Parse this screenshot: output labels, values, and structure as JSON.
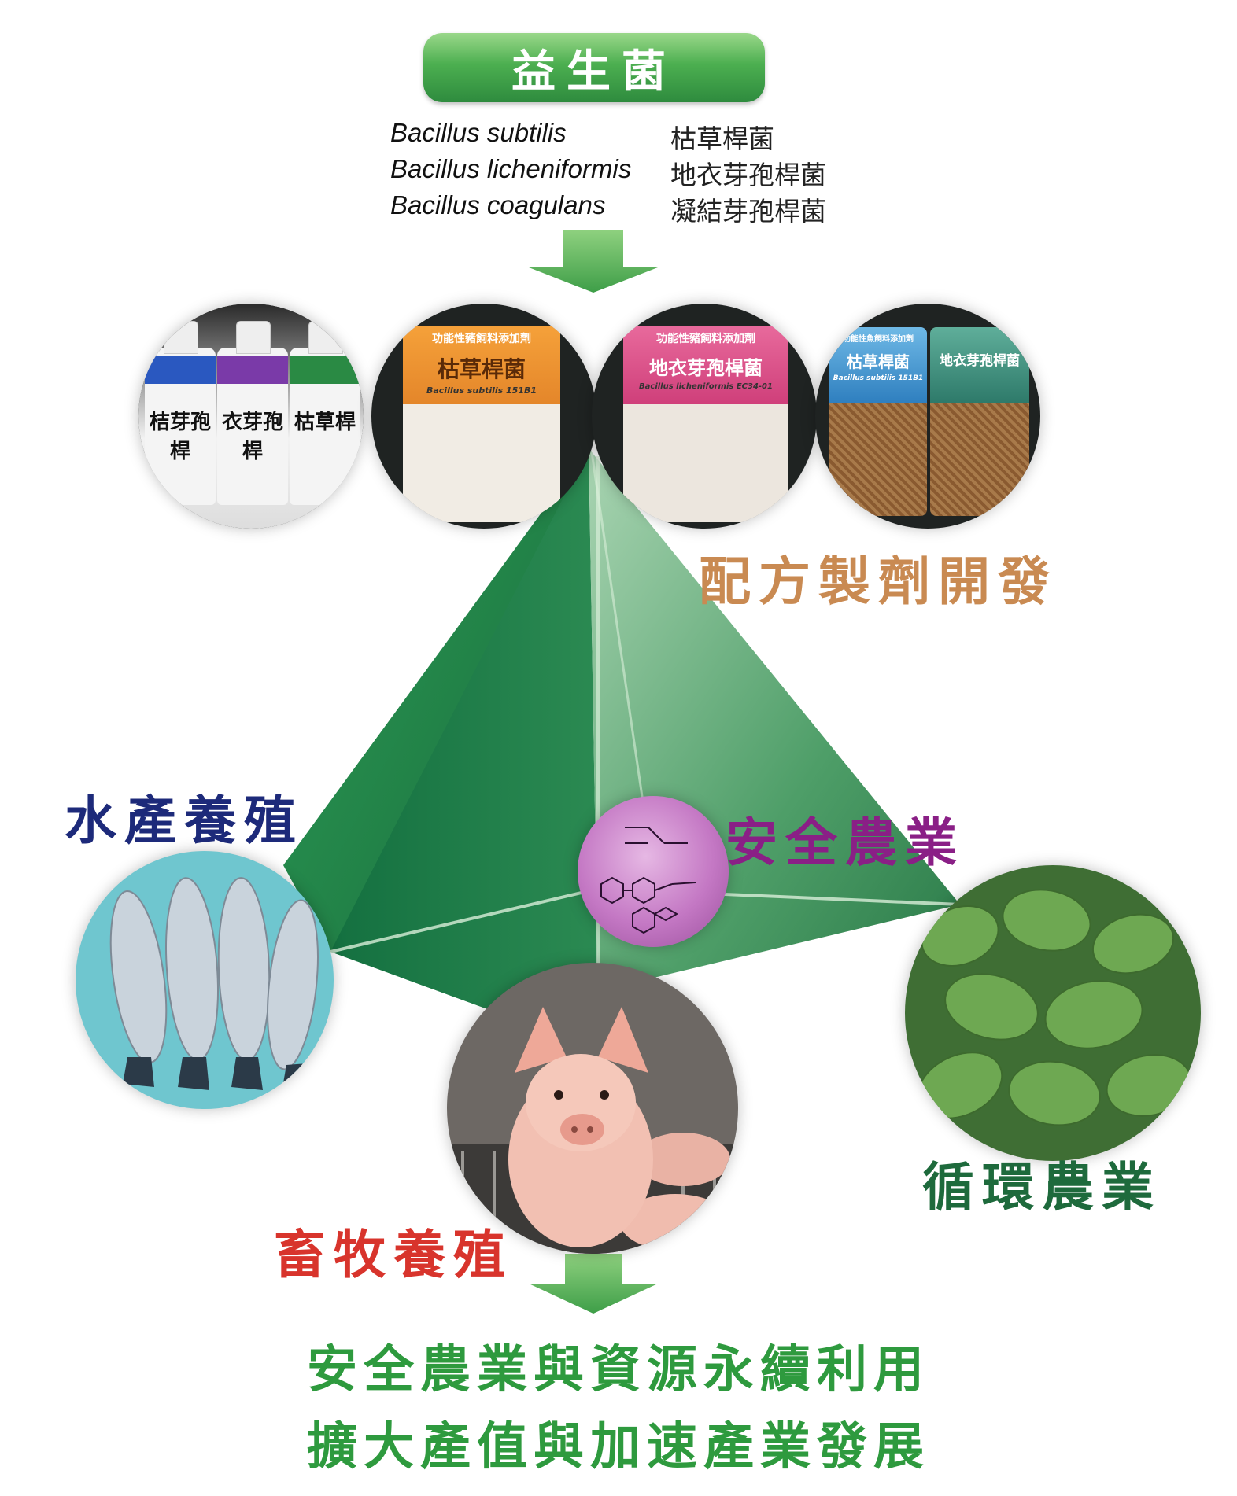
{
  "header": {
    "title": "益生菌"
  },
  "strains": [
    {
      "latin": "Bacillus subtilis",
      "chinese": "枯草桿菌"
    },
    {
      "latin": "Bacillus licheniformis",
      "chinese": "地衣芽孢桿菌"
    },
    {
      "latin": "Bacillus coagulans",
      "chinese": "凝結芽孢桿菌"
    }
  ],
  "products": {
    "bottles": [
      "桔芽孢桿",
      "衣芽孢桿",
      "枯草桿"
    ],
    "bag_orange": {
      "heading": "功能性豬飼料添加劑",
      "name": "枯草桿菌",
      "latin": "Bacillus subtilis 151B1"
    },
    "bag_pink": {
      "heading": "功能性豬飼料添加劑",
      "name": "地衣芽孢桿菌",
      "latin": "Bacillus licheniformis EC34-01"
    },
    "bag_blue": {
      "heading": "功能性魚飼料添加劑",
      "name_left": "枯草桿菌",
      "name_right": "地衣芽孢桿菌",
      "latin": "Bacillus subtilis 151B1"
    }
  },
  "labels": {
    "formulation": "配方製劑開發",
    "aquaculture": "水產養殖",
    "safe_agriculture": "安全農業",
    "livestock": "畜牧養殖",
    "circular_agriculture": "循環農業"
  },
  "results": {
    "line1": "安全農業與資源永續利用",
    "line2": "擴大產值與加速產業發展"
  },
  "colors": {
    "pyramid_dark": "#1f7a45",
    "pyramid_light": "#7fbf8e",
    "arrow": "#4caf50",
    "aquaculture": "#1d2a7a",
    "safe_agriculture": "#8a1f86",
    "livestock": "#d8342c",
    "circular_agriculture": "#1e6a3c",
    "formulation": "#c98a52",
    "result": "#2e9a3e"
  }
}
